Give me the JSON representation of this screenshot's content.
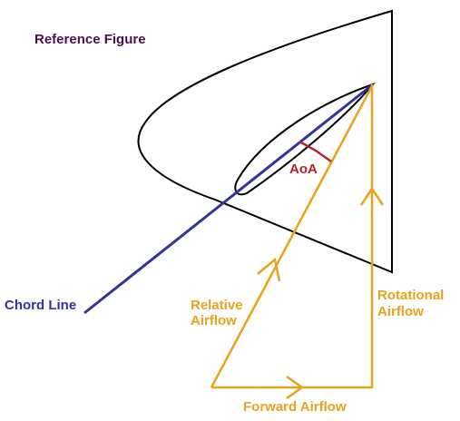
{
  "title": "Reference Figure",
  "labels": {
    "chord_line": "Chord Line",
    "aoa": "AoA",
    "relative_airflow_line1": "Relative",
    "relative_airflow_line2": "Airflow",
    "rotational_airflow_line1": "Rotational",
    "rotational_airflow_line2": "Airflow",
    "forward_airflow": "Forward Airflow"
  },
  "colors": {
    "title": "#4b0f4f",
    "chord": "#33339a",
    "airflow": "#e8a21c",
    "aoa": "#b5202d",
    "outline": "#000000"
  }
}
